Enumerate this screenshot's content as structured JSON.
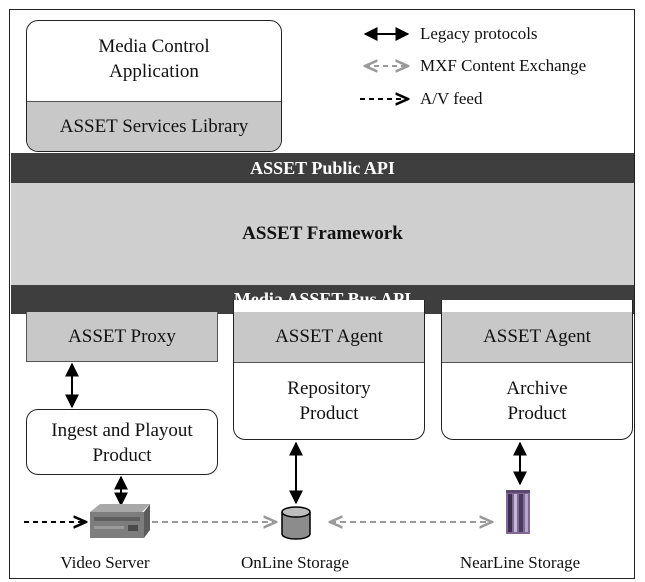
{
  "legend": {
    "legacy": "Legacy protocols",
    "mxf": "MXF Content Exchange",
    "av": "A/V feed"
  },
  "app": {
    "title_line1": "Media Control",
    "title_line2": "Application",
    "services": "ASSET Services Library"
  },
  "public_api": "ASSET Public API",
  "framework": "ASSET Framework",
  "bus_api": "Media ASSET Bus API",
  "proxy": "ASSET Proxy",
  "ingest": {
    "line1": "Ingest and Playout",
    "line2": "Product"
  },
  "repository": {
    "agent": "ASSET Agent",
    "line1": "Repository",
    "line2": "Product"
  },
  "archive": {
    "agent": "ASSET Agent",
    "line1": "Archive",
    "line2": "Product"
  },
  "captions": {
    "video_server": "Video Server",
    "online": "OnLine Storage",
    "nearline": "NearLine Storage"
  },
  "colors": {
    "dark_bar": "#3e3e3e",
    "framework": "#cfcfcf",
    "grey_bar": "#c8c8c8",
    "mxf_arrow": "#9a9a9a"
  }
}
